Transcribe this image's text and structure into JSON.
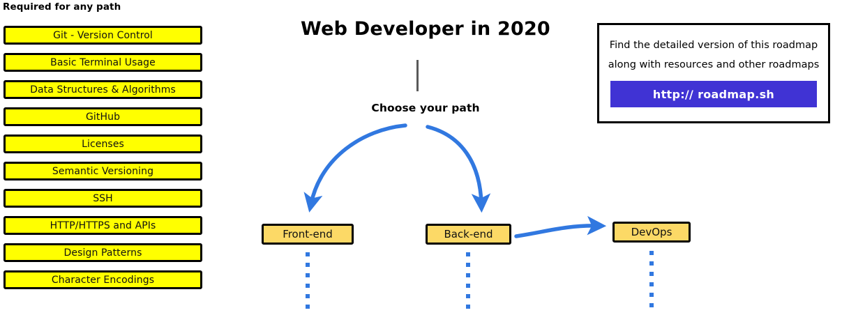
{
  "required_section": {
    "heading": "Required for any path",
    "items": [
      {
        "label": "Git - Version Control"
      },
      {
        "label": "Basic Terminal Usage"
      },
      {
        "label": "Data Structures & Algorithms"
      },
      {
        "label": "GitHub"
      },
      {
        "label": "Licenses"
      },
      {
        "label": "Semantic Versioning"
      },
      {
        "label": "SSH"
      },
      {
        "label": "HTTP/HTTPS and APIs"
      },
      {
        "label": "Design Patterns"
      },
      {
        "label": "Character Encodings"
      }
    ]
  },
  "center": {
    "title": "Web Developer in 2020",
    "choose_path_label": "Choose your path",
    "paths": [
      {
        "label": "Front-end"
      },
      {
        "label": "Back-end"
      },
      {
        "label": "DevOps"
      }
    ]
  },
  "info_card": {
    "line1": "Find the detailed version of this roadmap",
    "line2": "along with resources and other roadmaps",
    "button_label": "http:// roadmap.sh"
  },
  "colors": {
    "required_box_fill": "#ffff00",
    "path_box_fill": "#fcd966",
    "box_border": "#000000",
    "arrow_blue": "#3178e0",
    "link_button": "#4033d4",
    "stem_gray": "#5a5a5a",
    "background": "#ffffff"
  }
}
